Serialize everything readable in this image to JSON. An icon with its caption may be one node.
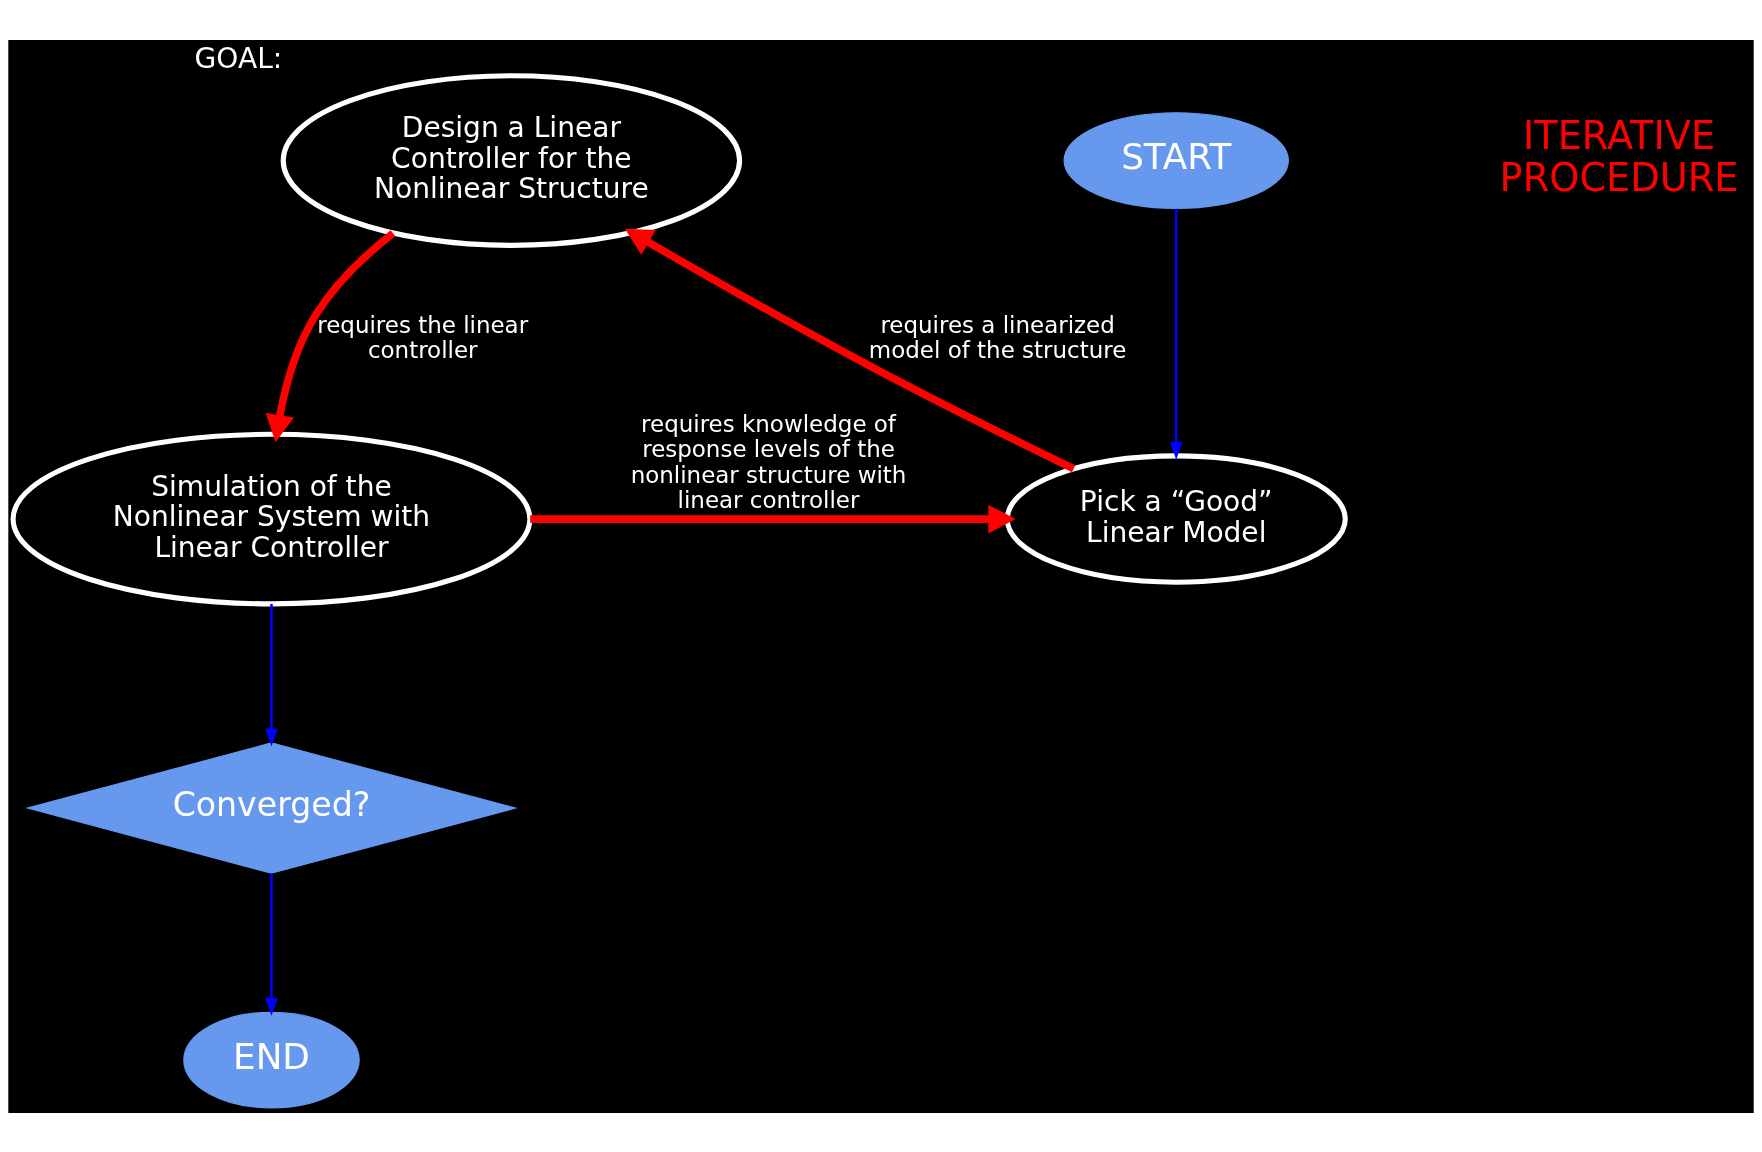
{
  "diagram": {
    "nodes": [
      {
        "text": [
          "Design a Linear Controller for the Nonlinear Structure"
        ],
        "beside": [
          "GOAL:"
        ]
      },
      {
        "text": [
          "START"
        ]
      },
      {
        "text": [
          "Pick a “Good” Linear Model"
        ]
      },
      {
        "text": [
          "Simulation of the Nonlinear System with Linear Controller"
        ]
      },
      {
        "text": [
          "Converged?"
        ]
      },
      {
        "text": [
          "END"
        ]
      }
    ],
    "edges": [
      {
        "from": 1,
        "to": 2,
        "arrow": "to",
        "color": "#0000ff"
      },
      {
        "from": 2,
        "to": 0,
        "arrow": "to",
        "label": "requires a linearized model of the structure",
        "style": "thick",
        "color": "#ff0000"
      },
      {
        "from": 0,
        "to": 3,
        "arrow": "to",
        "label": "requires the linear controller",
        "style": "thick",
        "color": "#ff0000"
      },
      {
        "from": 3,
        "to": 4,
        "arrow": "to",
        "color": "#0000ff"
      },
      {
        "from": 4,
        "to": 5,
        "arrow": "to",
        "color": "#0000ff"
      },
      {
        "from": 3,
        "to": 2,
        "arrow": "to",
        "label": "requires knowledge of response levels of the nonlinear structure with linear controller",
        "style": "thick",
        "color": "#ff0000"
      }
    ],
    "labels": [
      "ITERATIVE PROCEDURE"
    ]
  }
}
